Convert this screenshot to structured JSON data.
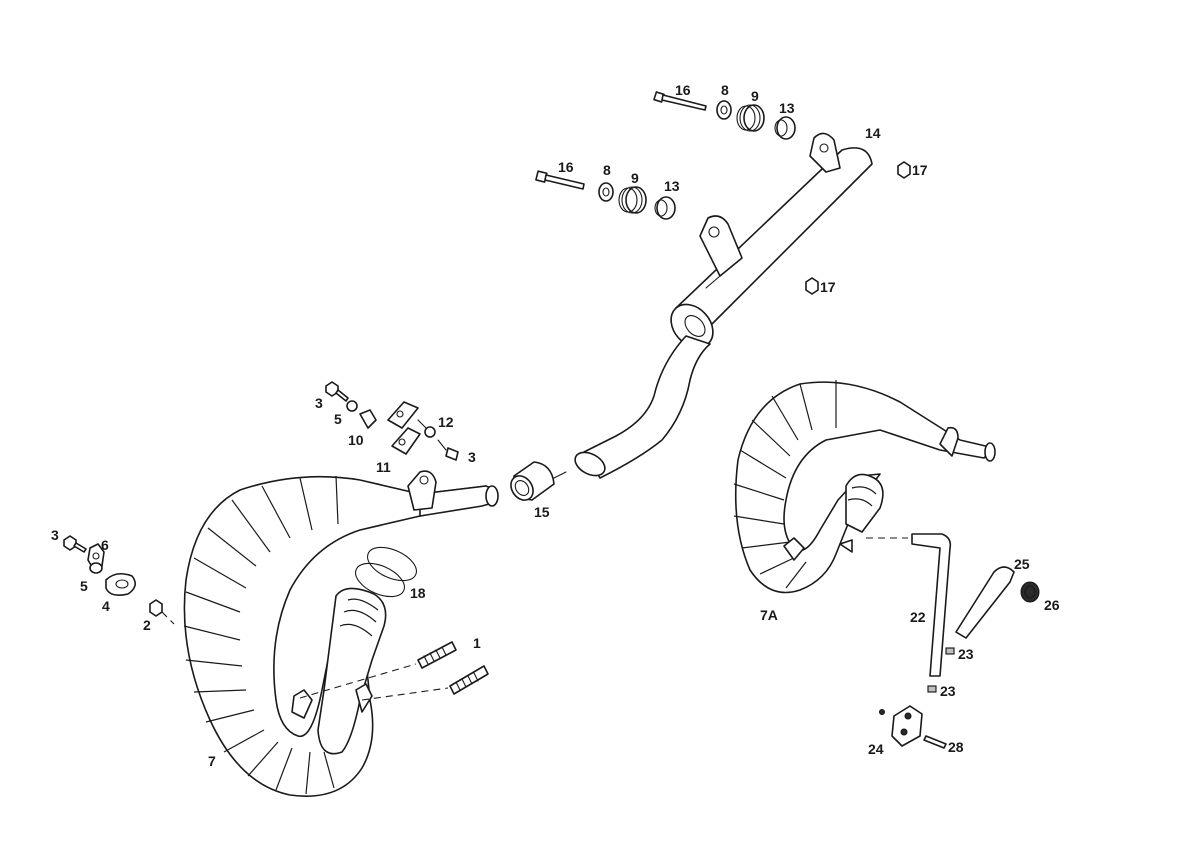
{
  "callouts": {
    "c1": "1",
    "c2": "2",
    "c3a": "3",
    "c3b": "3",
    "c3c": "3",
    "c4": "4",
    "c5a": "5",
    "c5b": "5",
    "c6": "6",
    "c7": "7",
    "c7a": "7A",
    "c8a": "8",
    "c8b": "8",
    "c9a": "9",
    "c9b": "9",
    "c10": "10",
    "c11": "11",
    "c12": "12",
    "c13a": "13",
    "c13b": "13",
    "c14": "14",
    "c15": "15",
    "c16a": "16",
    "c16b": "16",
    "c17a": "17",
    "c17b": "17",
    "c18": "18",
    "c22": "22",
    "c23a": "23",
    "c23b": "23",
    "c24": "24",
    "c25": "25",
    "c26": "26",
    "c28": "28"
  }
}
